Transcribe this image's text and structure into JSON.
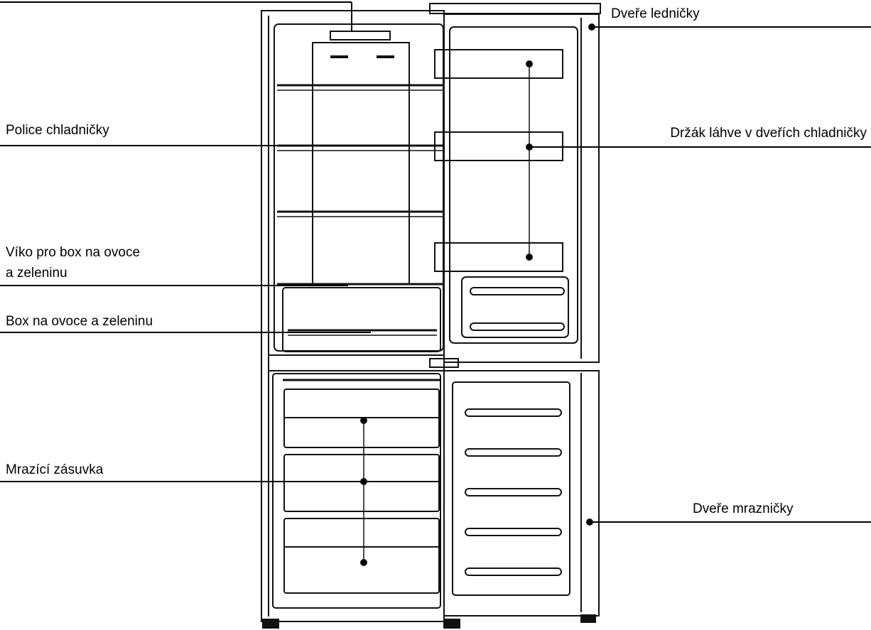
{
  "labels": {
    "fridge_door": "Dveře ledničky",
    "fridge_shelf": "Police chladničky",
    "door_bottle_holder": "Držák láhve v dveřích chladničky",
    "crisper_lid_line1": "Víko pro box na ovoce",
    "crisper_lid_line2": "a zeleninu",
    "crisper_box": "Box na ovoce a zeleninu",
    "freezer_drawer": "Mrazící zásuvka",
    "freezer_door": "Dveře mrazničky"
  },
  "colors": {
    "line": "#000000",
    "background": "#ffffff"
  }
}
